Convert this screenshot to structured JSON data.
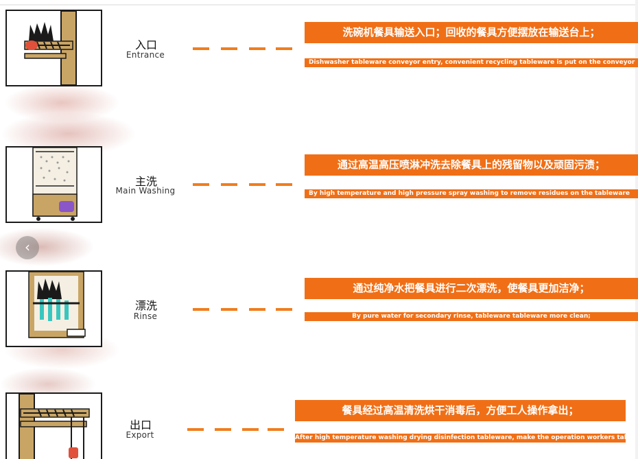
{
  "steps": [
    {
      "cn": "入口",
      "en": "Entrance",
      "desc_cn": "洗碗机餐具输送入口；回收的餐具方便摆放在输送台上；",
      "desc_en": "Dishwasher tableware conveyor entry, convenient recycling tableware is put on the conveyor"
    },
    {
      "cn": "主洗",
      "en": "Main Washing",
      "desc_cn": "通过高温高压喷淋冲洗去除餐具上的残留物以及顽固污渍；",
      "desc_en": "By high temperature and high pressure spray washing to remove residues on the tableware"
    },
    {
      "cn": "漂洗",
      "en": "Rinse",
      "desc_cn": "通过纯净水把餐具进行二次漂洗，使餐具更加洁净；",
      "desc_en": "By pure water for secondary rinse, tableware tableware more clean;"
    },
    {
      "cn": "出口",
      "en": "Export",
      "desc_cn": "餐具经过高温清洗烘干消毒后，方便工人操作拿出；",
      "desc_en": "After high temperature washing drying disinfection tableware, make the operation workers take out;"
    }
  ],
  "nav": {
    "prev_glyph": "‹"
  },
  "colors": {
    "accent": "#f06f16",
    "machine": "#c9a565"
  }
}
